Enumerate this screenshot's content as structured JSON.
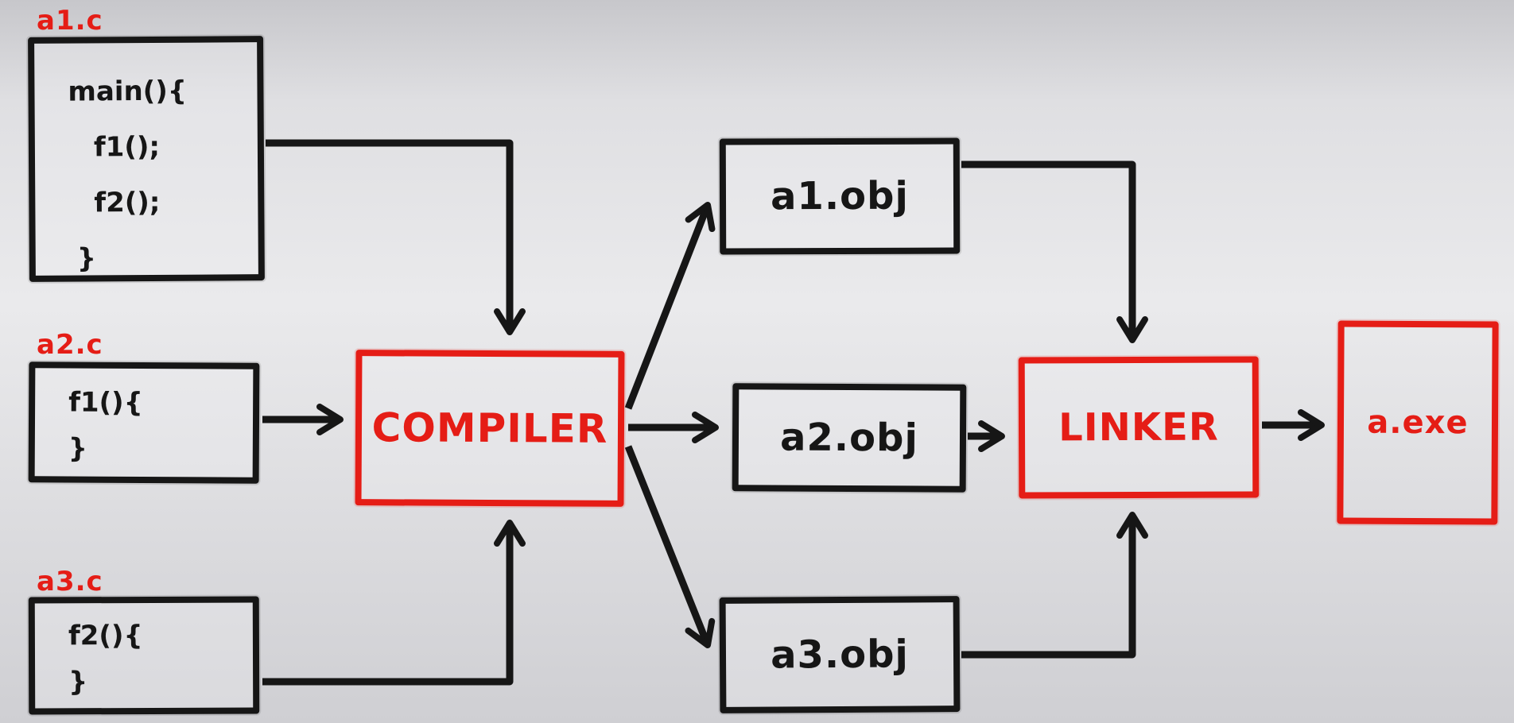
{
  "diagram": {
    "kind": "c-compilation-pipeline",
    "source_files": [
      {
        "label": "a1.c",
        "code_lines": [
          "main(){",
          "f1();",
          "f2();",
          "}"
        ]
      },
      {
        "label": "a2.c",
        "code_lines": [
          "f1(){",
          "}"
        ]
      },
      {
        "label": "a3.c",
        "code_lines": [
          "f2(){",
          "}"
        ]
      }
    ],
    "compiler": {
      "label": "COMPILER"
    },
    "object_files": [
      {
        "label": "a1.obj"
      },
      {
        "label": "a2.obj"
      },
      {
        "label": "a3.obj"
      }
    ],
    "linker": {
      "label": "LINKER"
    },
    "output": {
      "label": "a.exe"
    },
    "colors": {
      "accent_red": "#e51d16",
      "ink_black": "#161616",
      "background_gray": "#dcdcdf"
    }
  }
}
